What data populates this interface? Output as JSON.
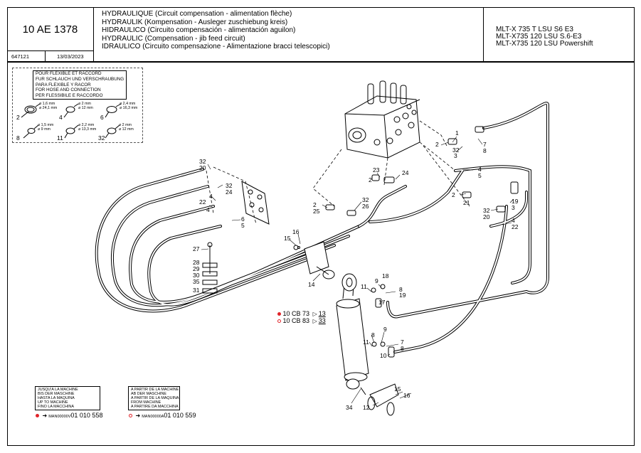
{
  "header": {
    "reference": "10 AE 1378",
    "doc_code": "647121",
    "date": "13/03/2023",
    "titles": [
      "HYDRAULIQUE (Circuit compensation - alimentation flèche)",
      "HYDRAULIK (Kompensation - Ausleger zuschiebung kreis)",
      "HIDRAULICO (Circuito compensación - alimentación aguilon)",
      "HYDRAULIC (Compensation - jib feed circuit)",
      "IDRAULICO (Circuito compensazione - Alimentazione bracci telescopici)"
    ],
    "models": [
      "MLT-X 735 T LSU S6 E3",
      "MLT-X735 120 LSU S.6-E3",
      "MLT-X735 120 LSU Powershift"
    ]
  },
  "legend": {
    "lines": [
      "POUR FLEXIBLE ET RACCORD",
      "FUR SCHLAUCH UND VERSCHRAUBUNG",
      "PARA FLEXIBLE Y RACOR",
      "FOR HOSE AND CONNECTION",
      "PER FLESSIBILE E RACCORDO"
    ],
    "seals": [
      {
        "ref": "2",
        "d1": "⌀ 1,6 mm",
        "d2": "⌀ 24,1 mm"
      },
      {
        "ref": "4",
        "d1": "⌀ 2 mm",
        "d2": "⌀ 12 mm"
      },
      {
        "ref": "6",
        "d1": "⌀ 2,4 mm",
        "d2": "⌀ 16,3 mm"
      },
      {
        "ref": "8",
        "d1": "⌀ 1,5 mm",
        "d2": "⌀ 9 mm"
      },
      {
        "ref": "11",
        "d1": "⌀ 2,2 mm",
        "d2": "⌀ 13,3 mm"
      },
      {
        "ref": "32",
        "d1": "⌀ 2 mm",
        "d2": "⌀ 12 mm"
      }
    ]
  },
  "notes": {
    "until": {
      "lines": [
        "JUSQU'A LA MACHINE",
        "BIS DER MASCHINE",
        "HASTA LA MAQUINA",
        "UP TO MACHINE",
        "FINO LA MACCHINA"
      ],
      "man": "MAN00000V",
      "serial": "01 010 558"
    },
    "from": {
      "lines": [
        "A PARTIR DE LA MACHINE",
        "AB DER MASCHINE",
        "A PARTIR DE LA MAQUINA",
        "FROM MACHINE",
        "A PARTIRE DA MACCHINA"
      ],
      "man": "MAN00000A",
      "serial": "01 010 559"
    }
  },
  "cylinder_refs": [
    {
      "code": "10 CB 73",
      "item": "13"
    },
    {
      "code": "10 CB 83",
      "item": "33"
    }
  ],
  "callouts": {
    "c1": "1",
    "c2a": "2",
    "c32a": "32",
    "c3": "3",
    "c7a": "7",
    "c8a": "8",
    "c4a": "4",
    "c5a": "5",
    "c23": "23",
    "c2b": "2",
    "c24a": "24",
    "c32b": "32",
    "c20a": "20",
    "c32c": "32",
    "c24b": "24",
    "c4b": "4",
    "c22a": "22",
    "c4c": "4",
    "c6": "6",
    "c5b": "5",
    "c32d": "32",
    "c26": "26",
    "c2c": "2",
    "c25": "25",
    "c2d": "2",
    "c21": "21",
    "c32e": "32",
    "c20b": "20",
    "c19": "19",
    "c3b": "3",
    "c4d": "4",
    "c22b": "22",
    "c15a": "15",
    "c16a": "16",
    "c27": "27",
    "c28": "28",
    "c29": "29",
    "c30": "30",
    "c35": "35",
    "c31": "31",
    "c14": "14",
    "c11a": "11",
    "c9a": "9",
    "c18": "18",
    "c8b": "8",
    "c19b": "19",
    "c17": "17",
    "c8c": "8",
    "c9b": "9",
    "c11b": "11",
    "c7b": "7",
    "c8d": "8",
    "c10": "10",
    "c34": "34",
    "c12": "12",
    "c15b": "15",
    "c16b": "16"
  },
  "colors": {
    "line": "#000000",
    "accent": "#e0242a"
  }
}
